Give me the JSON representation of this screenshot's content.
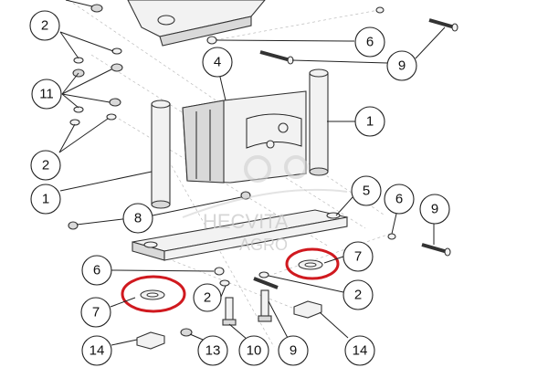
{
  "diagram": {
    "type": "exploded-parts-diagram",
    "callouts": [
      {
        "id": "c-2-top",
        "label": "2"
      },
      {
        "id": "c-11",
        "label": "11"
      },
      {
        "id": "c-2-left",
        "label": "2"
      },
      {
        "id": "c-1-left",
        "label": "1"
      },
      {
        "id": "c-4",
        "label": "4"
      },
      {
        "id": "c-6-top",
        "label": "6"
      },
      {
        "id": "c-9-top",
        "label": "9"
      },
      {
        "id": "c-1-right",
        "label": "1"
      },
      {
        "id": "c-5",
        "label": "5"
      },
      {
        "id": "c-6-right",
        "label": "6"
      },
      {
        "id": "c-9-right",
        "label": "9"
      },
      {
        "id": "c-8",
        "label": "8"
      },
      {
        "id": "c-7-right",
        "label": "7"
      },
      {
        "id": "c-6-bottom",
        "label": "6"
      },
      {
        "id": "c-2-mid",
        "label": "2"
      },
      {
        "id": "c-2-bottomright",
        "label": "2"
      },
      {
        "id": "c-7-left",
        "label": "7"
      },
      {
        "id": "c-14-left",
        "label": "14"
      },
      {
        "id": "c-13",
        "label": "13"
      },
      {
        "id": "c-10",
        "label": "10"
      },
      {
        "id": "c-9-bottom",
        "label": "9"
      },
      {
        "id": "c-14-right",
        "label": "14"
      }
    ],
    "highlight_color": "#d0191f",
    "highlighted_parts": [
      "7"
    ]
  },
  "watermark": {
    "brand": "HECVITA",
    "sub": "AGRO"
  }
}
